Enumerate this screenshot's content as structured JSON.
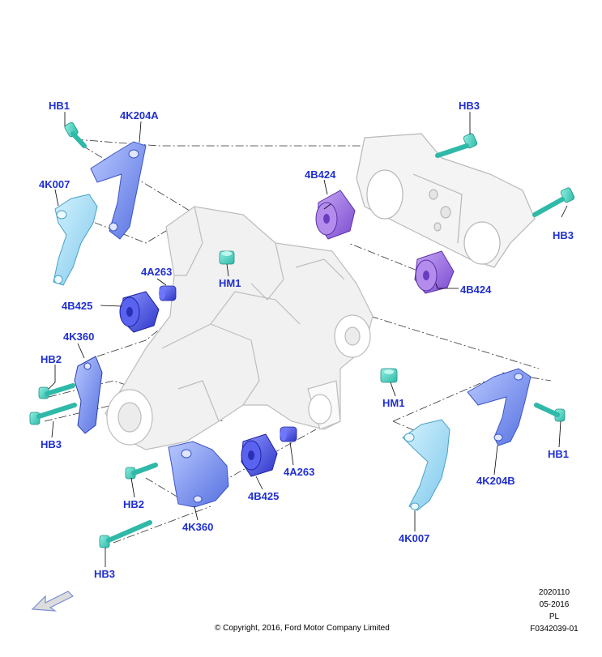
{
  "labels": {
    "hb1_top": "HB1",
    "bracket_a": "4K204A",
    "bracket_b": "4K204B",
    "hb3_top": "HB3",
    "hb3_right": "HB3",
    "support_left": "4K007",
    "support_right": "4K007",
    "mount_top": "4B424",
    "mount_right": "4B424",
    "spacer_left": "4A263",
    "spacer_bottom": "4A263",
    "hm1_top": "HM1",
    "hm1_right": "HM1",
    "bush_left": "4B425",
    "bush_bottom": "4B425",
    "bracket_left": "4K360",
    "bracket_bottom": "4K360",
    "hb2_left": "HB2",
    "hb3_left": "HB3",
    "hb2_bottom": "HB2",
    "hb3_bottom": "HB3",
    "hb1_right": "HB1"
  },
  "footer": {
    "copyright": "© Copyright, 2016, Ford Motor Company Limited",
    "ref_1": "2020110",
    "ref_2": "05-2016",
    "ref_3": "PL",
    "ref_4": "F0342039-01"
  },
  "colors": {
    "label": "#1f2fd1",
    "bolt": "#4fd6c8",
    "bracket_blue": "#6f8df0",
    "support_cyan": "#8fd8f0",
    "mount_purple": "#9a6ae0",
    "bush_blue": "#4a55e8",
    "housing": "#f2f2f2"
  }
}
